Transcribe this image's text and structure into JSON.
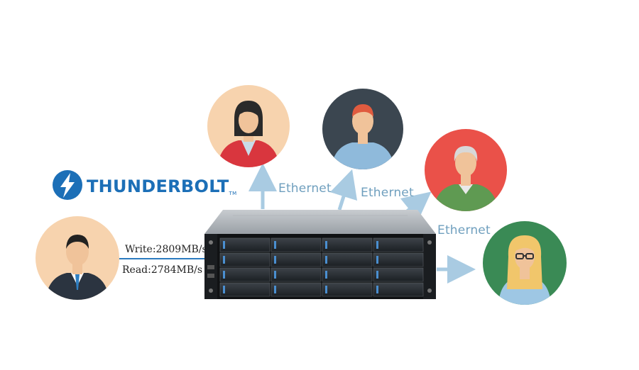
{
  "brand": {
    "logo_text": "THUNDERBOLT",
    "trademark": "TM",
    "color": "#1c6fb7"
  },
  "link": {
    "write": "Write:2809MB/s",
    "read": "Read:2784MB/s",
    "line_color": "#2b7bbf"
  },
  "ethernet_labels": [
    "Ethernet",
    "Ethernet",
    "Ethernet"
  ],
  "colors": {
    "arrow": "#a9cbe2",
    "label": "#6f9fbe",
    "circle_peach": "#f7d3ae",
    "circle_dark": "#3b4650",
    "circle_red": "#ea5149",
    "circle_green": "#3a8a55"
  },
  "icons": {
    "logo": "thunderbolt-bolt-icon",
    "server": "storage-rack-server",
    "users": [
      "businessman-avatar",
      "businesswoman-avatar",
      "young-man-avatar",
      "elderly-man-avatar",
      "woman-glasses-avatar"
    ]
  }
}
